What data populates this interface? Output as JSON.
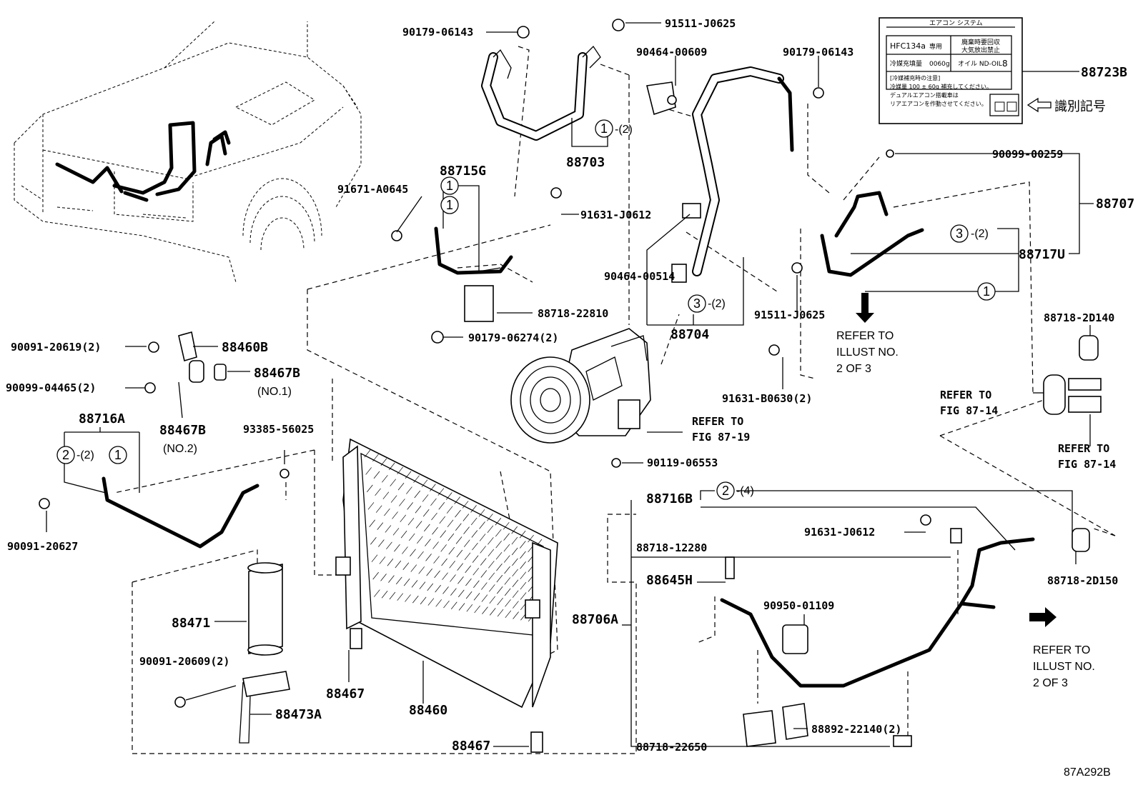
{
  "diagram": {
    "figure_code": "87A292B",
    "part_labels": {
      "p88703": "88703",
      "p88704": "88704",
      "p88707": "88707",
      "p88723B": "88723B",
      "p88715G": "88715G",
      "p88717U": "88717U",
      "p88718_22810": "88718-22810",
      "p88718_2D140": "88718-2D140",
      "p88718_2D150": "88718-2D150",
      "p88718_12280": "88718-12280",
      "p88718_22650": "88718-22650",
      "p88460B": "88460B",
      "p88467B_1": "88467B",
      "p88467B_1_note": "(NO.1)",
      "p88467B_2": "88467B",
      "p88467B_2_note": "(NO.2)",
      "p88716A": "88716A",
      "p88716B": "88716B",
      "p88706A": "88706A",
      "p88645H": "88645H",
      "p88471": "88471",
      "p88473A": "88473A",
      "p88467_a": "88467",
      "p88467_b": "88467",
      "p88460": "88460",
      "p88892": "88892-22140(2)",
      "f90179_06143_a": "90179-06143",
      "f90179_06143_b": "90179-06143",
      "f91511_J0625_a": "91511-J0625",
      "f91511_J0625_b": "91511-J0625",
      "f90464_00609": "90464-00609",
      "f90464_00514": "90464-00514",
      "f91671_A0645": "91671-A0645",
      "f91631_J0612_a": "91631-J0612",
      "f91631_J0612_b": "91631-J0612",
      "f90179_06274": "90179-06274(2)",
      "f90099_00259": "90099-00259",
      "f90091_20619": "90091-20619(2)",
      "f90099_04465": "90099-04465(2)",
      "f93385_56025": "93385-56025",
      "f90091_20627": "90091-20627",
      "f90091_20609": "90091-20609(2)",
      "f91631_B0630": "91631-B0630(2)",
      "f90119_06553": "90119-06553",
      "f90950_01109": "90950-01109"
    },
    "callouts": {
      "c1": "1",
      "c2": "2",
      "c3": "3",
      "q2": "-(2)",
      "q4": "-(4)"
    },
    "references": {
      "refer_to": "REFER TO",
      "fig_87_19": "FIG 87-19",
      "fig_87_14": "FIG 87-14",
      "illust_no_2": "ILLUST NO.",
      "of_3": "2 OF 3"
    },
    "label_plate": {
      "title": "エアコン システム",
      "refrigerant": "HFC134a",
      "exclusive": "専用",
      "warning_1": "廃棄時要回収",
      "warning_2": "大気放出禁止",
      "amount_label": "冷媒充填量",
      "amount_value": "0060g",
      "oil": "オイル ND-OIL",
      "oil_no": "8",
      "notes_title": "[冷媒補充時の注意]",
      "note_1": "冷媒量 100 ± 60g 補充してください。",
      "note_2": "デュアルエアコン搭載車は",
      "note_3": "リアエアコンを作動させてください。",
      "id_mark": "□□",
      "id_caption": "識別記号"
    }
  }
}
